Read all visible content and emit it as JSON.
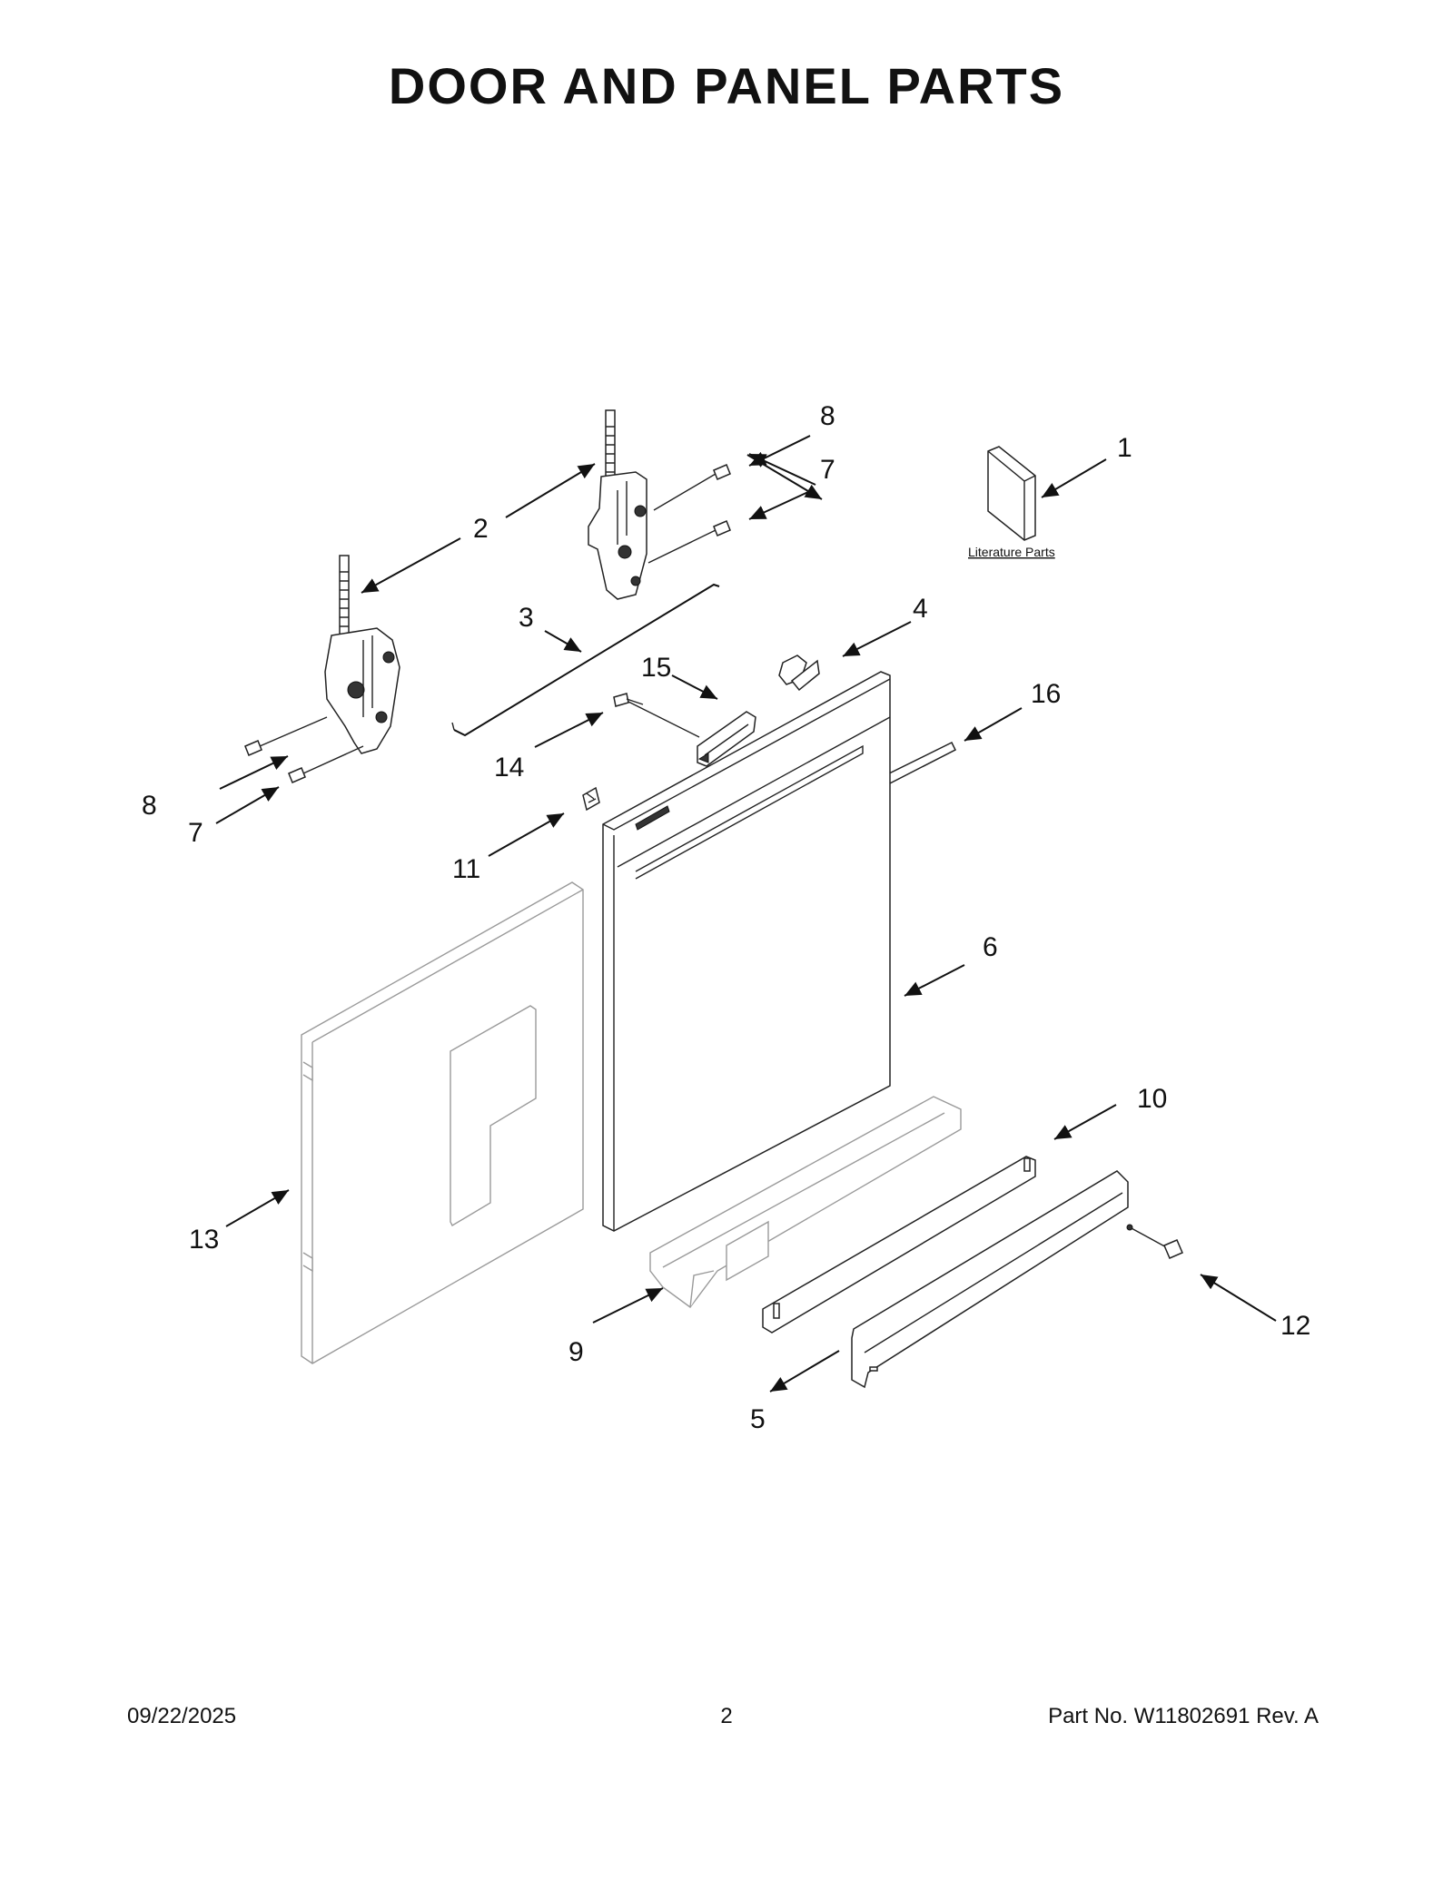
{
  "title": "DOOR AND PANEL PARTS",
  "literature_label": "Literature Parts",
  "callouts": {
    "c1": "1",
    "c2": "2",
    "c3": "3",
    "c4": "4",
    "c5": "5",
    "c6": "6",
    "c7a": "7",
    "c7b": "7",
    "c8a": "8",
    "c8b": "8",
    "c9": "9",
    "c10": "10",
    "c11": "11",
    "c12": "12",
    "c13": "13",
    "c14": "14",
    "c15": "15",
    "c16": "16"
  },
  "footer": {
    "date": "09/22/2025",
    "page": "2",
    "part_no": "Part No.  W11802691   Rev.  A"
  }
}
